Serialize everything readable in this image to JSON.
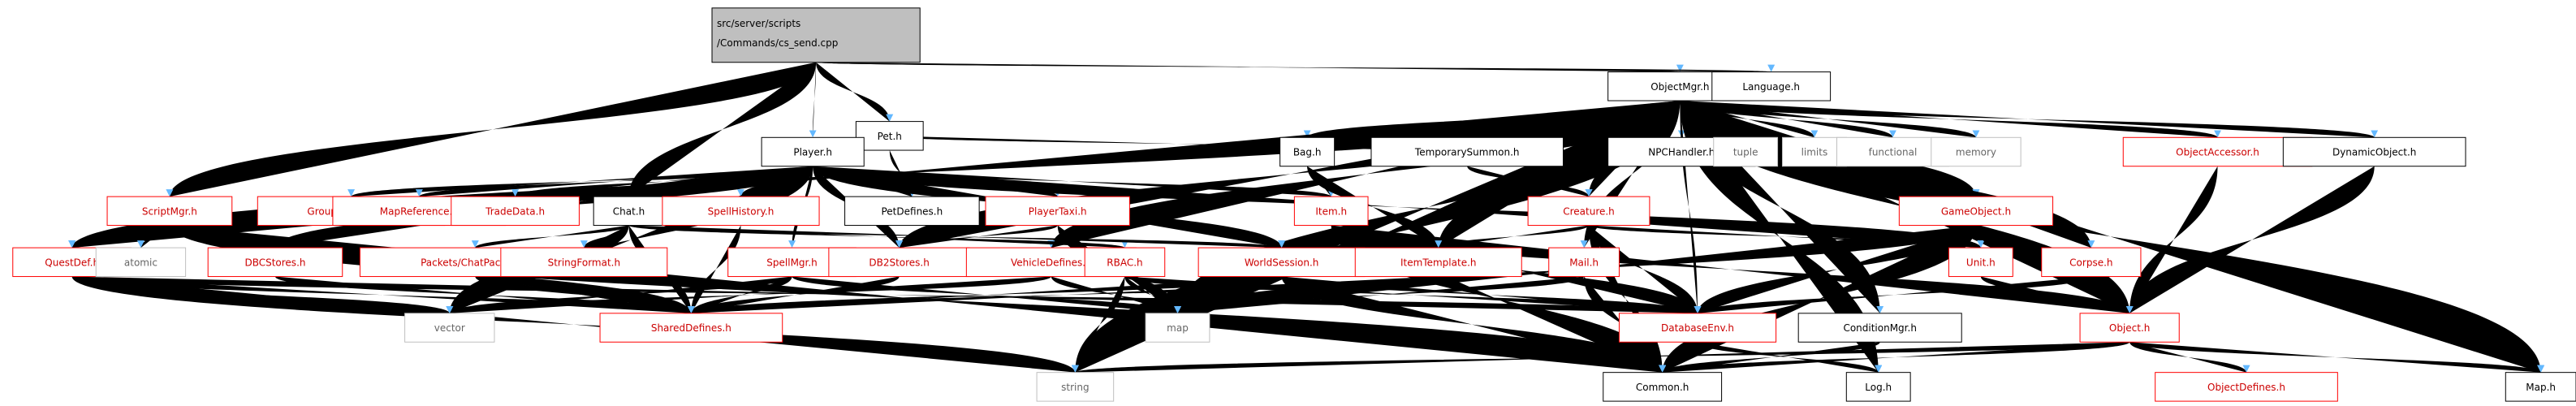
{
  "colors": {
    "edge": "#63b8ff",
    "border_red": "#ff0000",
    "border_black": "#000000",
    "border_gray": "#bfbfbf",
    "text_red": "#cc0000",
    "text_black": "#000000",
    "text_gray": "#666666",
    "fill_root": "#bfbfbf",
    "fill": "#ffffff"
  },
  "root": {
    "lines": [
      "src/server/scripts",
      "/Commands/cs_send.cpp"
    ]
  },
  "nodes": [
    {
      "id": "pet",
      "label": "Pet.h",
      "style": "black"
    },
    {
      "id": "objectmgr",
      "label": "ObjectMgr.h",
      "style": "black"
    },
    {
      "id": "language",
      "label": "Language.h",
      "style": "black"
    },
    {
      "id": "player",
      "label": "Player.h",
      "style": "black"
    },
    {
      "id": "bag",
      "label": "Bag.h",
      "style": "black"
    },
    {
      "id": "tempsummon",
      "label": "TemporarySummon.h",
      "style": "black"
    },
    {
      "id": "npchandler",
      "label": "NPCHandler.h",
      "style": "black"
    },
    {
      "id": "tuple",
      "label": "tuple",
      "style": "gray"
    },
    {
      "id": "limits",
      "label": "limits",
      "style": "gray"
    },
    {
      "id": "functional",
      "label": "functional",
      "style": "gray"
    },
    {
      "id": "memory",
      "label": "memory",
      "style": "gray"
    },
    {
      "id": "objaccessor",
      "label": "ObjectAccessor.h",
      "style": "red"
    },
    {
      "id": "dynobj",
      "label": "DynamicObject.h",
      "style": "black"
    },
    {
      "id": "scriptmgr",
      "label": "ScriptMgr.h",
      "style": "red"
    },
    {
      "id": "groupref",
      "label": "GroupReference.h",
      "style": "red"
    },
    {
      "id": "mapref",
      "label": "MapReference.h",
      "style": "red"
    },
    {
      "id": "tradedata",
      "label": "TradeData.h",
      "style": "red"
    },
    {
      "id": "chat",
      "label": "Chat.h",
      "style": "black"
    },
    {
      "id": "spellhistory",
      "label": "SpellHistory.h",
      "style": "red"
    },
    {
      "id": "petdefines",
      "label": "PetDefines.h",
      "style": "black"
    },
    {
      "id": "playertaxi",
      "label": "PlayerTaxi.h",
      "style": "red"
    },
    {
      "id": "item",
      "label": "Item.h",
      "style": "red"
    },
    {
      "id": "creature",
      "label": "Creature.h",
      "style": "red"
    },
    {
      "id": "gameobject",
      "label": "GameObject.h",
      "style": "red"
    },
    {
      "id": "questdef",
      "label": "QuestDef.h",
      "style": "red"
    },
    {
      "id": "atomic",
      "label": "atomic",
      "style": "gray"
    },
    {
      "id": "dbcstores",
      "label": "DBCStores.h",
      "style": "red"
    },
    {
      "id": "packets",
      "label": "Packets/ChatPackets.h",
      "style": "red"
    },
    {
      "id": "stringformat",
      "label": "StringFormat.h",
      "style": "red"
    },
    {
      "id": "spellmgr",
      "label": "SpellMgr.h",
      "style": "red"
    },
    {
      "id": "db2stores",
      "label": "DB2Stores.h",
      "style": "red"
    },
    {
      "id": "vehicledefines",
      "label": "VehicleDefines.h",
      "style": "red"
    },
    {
      "id": "rbac",
      "label": "RBAC.h",
      "style": "red"
    },
    {
      "id": "worldsession",
      "label": "WorldSession.h",
      "style": "red"
    },
    {
      "id": "itemtemplate",
      "label": "ItemTemplate.h",
      "style": "red"
    },
    {
      "id": "mail",
      "label": "Mail.h",
      "style": "red"
    },
    {
      "id": "unit",
      "label": "Unit.h",
      "style": "red"
    },
    {
      "id": "corpse",
      "label": "Corpse.h",
      "style": "red"
    },
    {
      "id": "vector",
      "label": "vector",
      "style": "gray"
    },
    {
      "id": "shareddefines",
      "label": "SharedDefines.h",
      "style": "red"
    },
    {
      "id": "map",
      "label": "map",
      "style": "gray"
    },
    {
      "id": "databaseenv",
      "label": "DatabaseEnv.h",
      "style": "red"
    },
    {
      "id": "conditionmgr",
      "label": "ConditionMgr.h",
      "style": "black"
    },
    {
      "id": "object",
      "label": "Object.h",
      "style": "red"
    },
    {
      "id": "string",
      "label": "string",
      "style": "gray"
    },
    {
      "id": "common",
      "label": "Common.h",
      "style": "black"
    },
    {
      "id": "log",
      "label": "Log.h",
      "style": "black"
    },
    {
      "id": "objdefines",
      "label": "ObjectDefines.h",
      "style": "red"
    },
    {
      "id": "maph",
      "label": "Map.h",
      "style": "black"
    }
  ]
}
